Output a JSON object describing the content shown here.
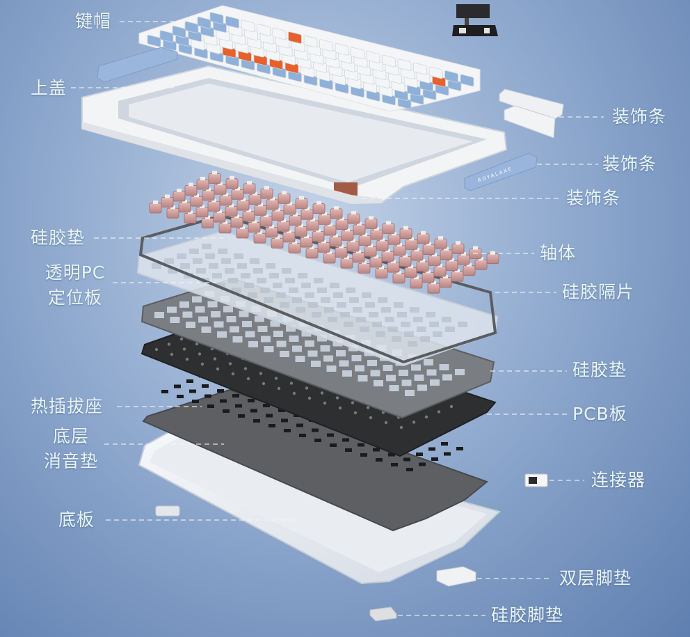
{
  "labels": {
    "keycaps": "键帽",
    "top_cover": "上盖",
    "trim_1": "装饰条",
    "trim_2": "装饰条",
    "trim_3": "装饰条",
    "silicone_pad_top": "硅胶垫",
    "switches": "轴体",
    "pc_plate_line1": "透明PC",
    "pc_plate_line2": "定位板",
    "silicone_separator": "硅胶隔片",
    "silicone_pad_mid": "硅胶垫",
    "hotswap_sockets": "热插拔座",
    "pcb": "PCB板",
    "bottom_foam_line1": "底层",
    "bottom_foam_line2": "消音垫",
    "connector": "连接器",
    "base_plate": "底板",
    "double_feet": "双层脚垫",
    "silicone_feet": "硅胶脚垫"
  },
  "trim_bar_text": "ROYALAXE",
  "colors": {
    "label_text": "#e9f5f6",
    "keycap_white": "#f4f5f6",
    "keycap_blue": "#8fb0d8",
    "keycap_orange": "#e8602c",
    "switch_pink": "#cf9a98",
    "pcb_black": "#2d2e30",
    "plate_grey": "#74777b"
  }
}
